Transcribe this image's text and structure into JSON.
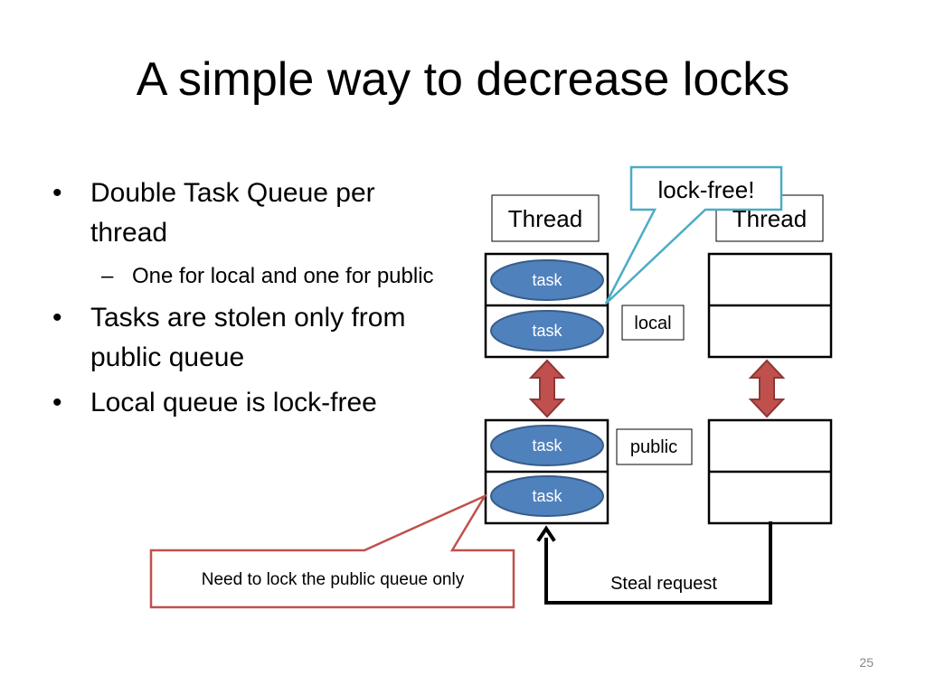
{
  "slide": {
    "title": "A simple way to decrease locks",
    "bullets": [
      "Double Task Queue per thread",
      "One for local and one for public",
      "Tasks are stolen only from public queue",
      "Local queue is lock-free"
    ],
    "page_number": "25"
  },
  "diagram": {
    "thread_left": "Thread",
    "thread_right": "Thread",
    "task_labels": [
      "task",
      "task",
      "task",
      "task"
    ],
    "local_label": "local",
    "public_label": "public",
    "lockfree_callout": "lock-free!",
    "lock_callout": "Need to lock the public queue only",
    "steal_label": "Steal request"
  },
  "colors": {
    "task_fill": "#4f81bd",
    "task_stroke": "#385d8a",
    "double_arrow_fill": "#c0504d",
    "double_arrow_stroke": "#8c3836",
    "lockfree_callout_border": "#4bacc6",
    "lock_callout_border": "#c0504d"
  }
}
